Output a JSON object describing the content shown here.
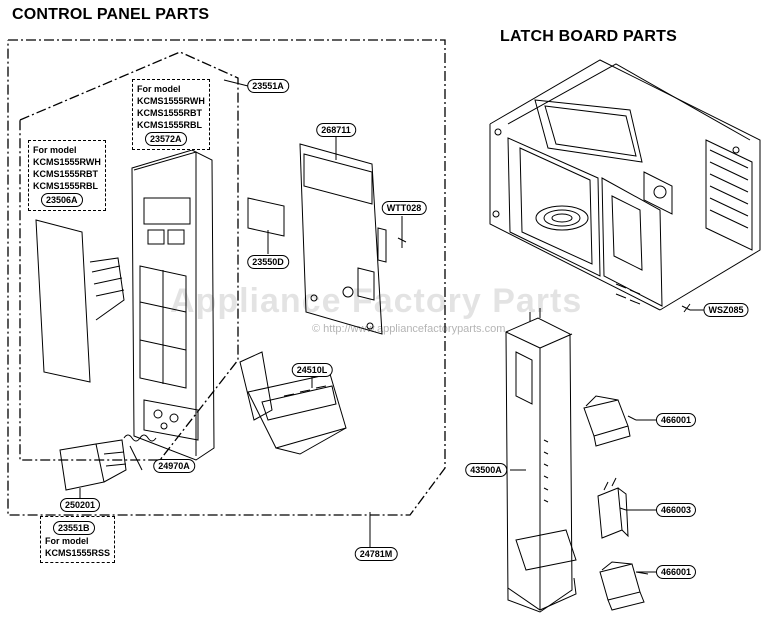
{
  "titles": {
    "control_panel": "CONTROL PANEL PARTS",
    "latch_board": "LATCH BOARD PARTS"
  },
  "notes": {
    "models_a": {
      "heading": "For model",
      "models": [
        "KCMS1555RWH",
        "KCMS1555RBT",
        "KCMS1555RBL"
      ],
      "part": "23572A"
    },
    "models_b": {
      "heading": "For model",
      "models": [
        "KCMS1555RWH",
        "KCMS1555RBT",
        "KCMS1555RBL"
      ],
      "part": "23506A"
    },
    "models_c": {
      "heading": "For model",
      "models": [
        "KCMS1555RSS"
      ],
      "part": "23551B"
    }
  },
  "parts": {
    "p23551A": "23551A",
    "p268711": "268711",
    "pWTT028": "WTT028",
    "p23550D": "23550D",
    "p24510L": "24510L",
    "p24970A": "24970A",
    "p250201": "250201",
    "p24781M": "24781M",
    "pWSZ085": "WSZ085",
    "p466001a": "466001",
    "p43500A": "43500A",
    "p466003": "466003",
    "p466001b": "466001"
  },
  "watermark": {
    "brand": "Appliance Factory Parts",
    "url": "© http://www.appliancefactoryparts.com"
  }
}
